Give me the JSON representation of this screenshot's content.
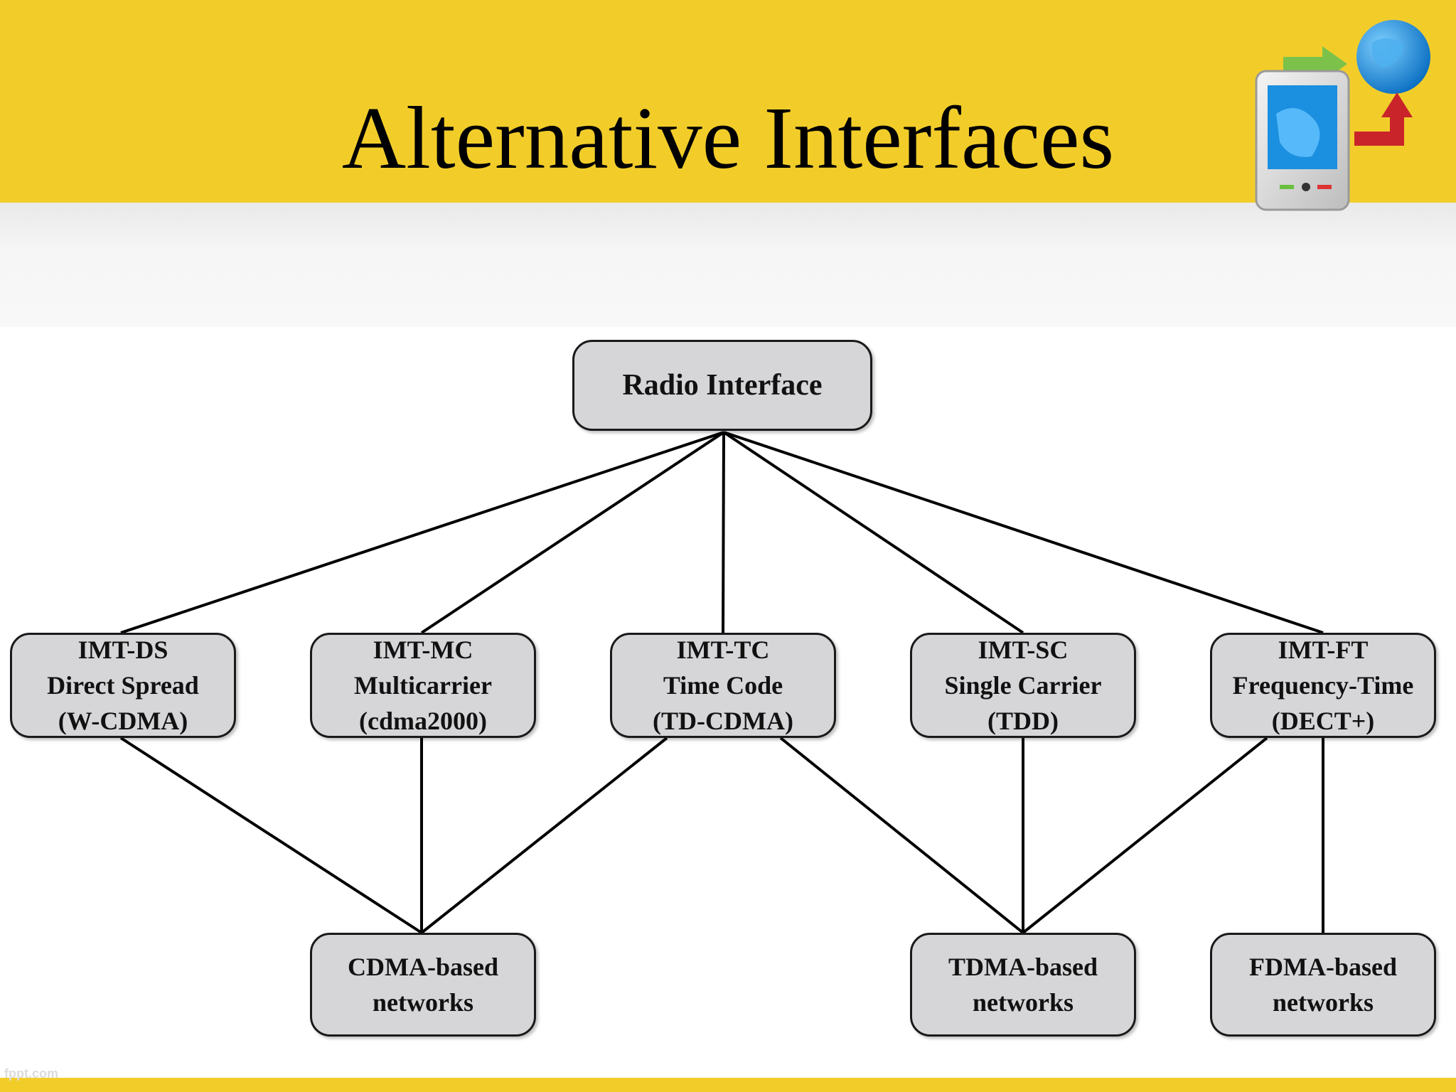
{
  "slide": {
    "title": "Alternative Interfaces",
    "footer_mark": "fppt.com"
  },
  "logo": {
    "icon": "mobile-globe-sync-icon"
  },
  "diagram": {
    "root": {
      "label": "Radio Interface"
    },
    "interfaces": [
      {
        "id": "imt-ds",
        "lines": [
          "IMT-DS",
          "Direct Spread",
          "(W-CDMA)"
        ]
      },
      {
        "id": "imt-mc",
        "lines": [
          "IMT-MC",
          "Multicarrier",
          "(cdma2000)"
        ]
      },
      {
        "id": "imt-tc",
        "lines": [
          "IMT-TC",
          "Time Code",
          "(TD-CDMA)"
        ]
      },
      {
        "id": "imt-sc",
        "lines": [
          "IMT-SC",
          "Single Carrier",
          "(TDD)"
        ]
      },
      {
        "id": "imt-ft",
        "lines": [
          "IMT-FT",
          "Frequency-Time",
          "(DECT+)"
        ]
      }
    ],
    "networks": [
      {
        "id": "cdma",
        "lines": [
          "CDMA-based",
          "networks"
        ]
      },
      {
        "id": "tdma",
        "lines": [
          "TDMA-based",
          "networks"
        ]
      },
      {
        "id": "fdma",
        "lines": [
          "FDMA-based",
          "networks"
        ]
      }
    ],
    "edges": [
      [
        "root",
        "imt-ds"
      ],
      [
        "root",
        "imt-mc"
      ],
      [
        "root",
        "imt-tc"
      ],
      [
        "root",
        "imt-sc"
      ],
      [
        "root",
        "imt-ft"
      ],
      [
        "imt-ds",
        "cdma"
      ],
      [
        "imt-mc",
        "cdma"
      ],
      [
        "imt-tc",
        "cdma"
      ],
      [
        "imt-tc",
        "tdma"
      ],
      [
        "imt-sc",
        "tdma"
      ],
      [
        "imt-ft",
        "tdma"
      ],
      [
        "imt-ft",
        "fdma"
      ]
    ]
  }
}
